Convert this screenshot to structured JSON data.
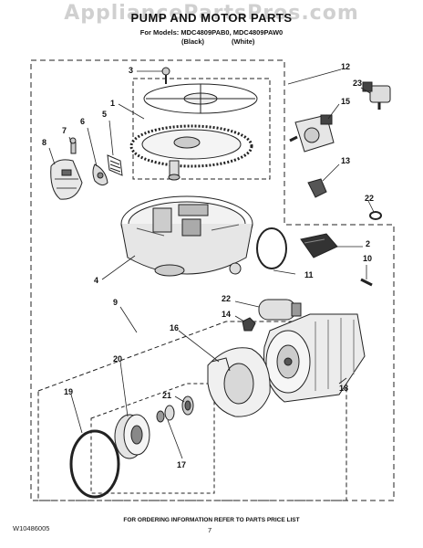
{
  "watermark": "AppliancePartsPros.com",
  "title": "PUMP AND MOTOR PARTS",
  "subtitle": "For Models: MDC4809PAB0, MDC4809PAW0",
  "variants": {
    "black": "(Black)",
    "white": "(White)"
  },
  "callouts": {
    "c1": "1",
    "c2": "2",
    "c3": "3",
    "c4": "4",
    "c5": "5",
    "c6": "6",
    "c7": "7",
    "c8": "8",
    "c9": "9",
    "c10": "10",
    "c11": "11",
    "c12": "12",
    "c13": "13",
    "c14": "14",
    "c15": "15",
    "c16": "16",
    "c17": "17",
    "c18": "18",
    "c19": "19",
    "c20": "20",
    "c21": "21",
    "c22a": "22",
    "c22b": "22",
    "c23": "23"
  },
  "footer": {
    "note": "FOR ORDERING INFORMATION REFER TO PARTS PRICE LIST",
    "doc_number": "W10486005",
    "page": "7"
  }
}
